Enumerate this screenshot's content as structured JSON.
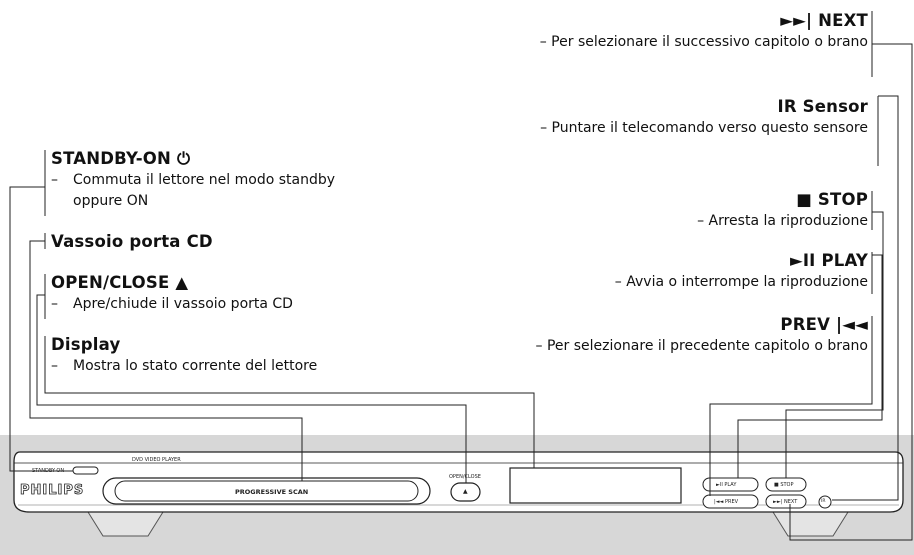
{
  "labels": {
    "next": {
      "title": "►►| NEXT",
      "desc": "– Per selezionare il successivo capitolo o brano"
    },
    "ir": {
      "title": "IR Sensor",
      "desc": "– Puntare il telecomando verso questo sensore"
    },
    "stop": {
      "title": "■ STOP",
      "desc": "– Arresta la riproduzione"
    },
    "play": {
      "title": "►II PLAY",
      "desc": "– Avvia o interrompe la riproduzione"
    },
    "prev": {
      "title": "PREV |◄◄",
      "desc": "– Per selezionare il precedente capitolo o brano"
    },
    "standby": {
      "title": "STANDBY-ON ⏻",
      "dash": "–",
      "desc": "Commuta il lettore nel modo standby oppure ON"
    },
    "tray": {
      "title": "Vassoio porta CD"
    },
    "openclose": {
      "title": "OPEN/CLOSE ▲",
      "dash": "–",
      "desc": "Apre/chiude il vassoio porta CD"
    },
    "display": {
      "title": "Display",
      "dash": "–",
      "desc": "Mostra lo stato corrente del lettore"
    }
  },
  "device": {
    "standby_label": "STANDBY-ON",
    "model_label": "DVD VIDEO PLAYER",
    "brand": "PHILIPS",
    "tray_text": "PROGRESSIVE SCAN",
    "openclose_label": "OPEN/CLOSE",
    "openclose_symbol": "▲",
    "btn_play": "►II PLAY",
    "btn_stop": "■ STOP",
    "btn_prev": "|◄◄ PREV",
    "btn_next": "►►| NEXT",
    "ir_symbol": "IR"
  }
}
